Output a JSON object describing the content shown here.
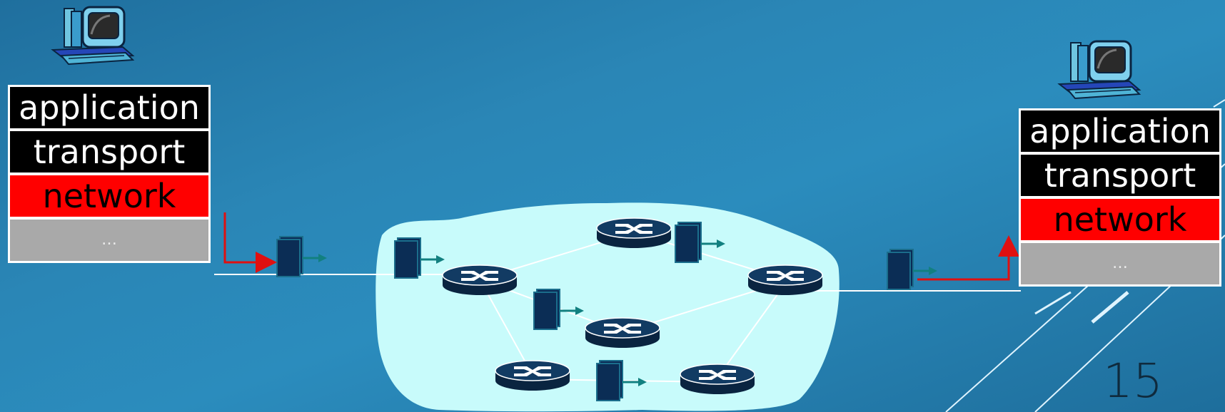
{
  "left_host": {
    "icon": "desktop-computer-icon",
    "layers": [
      "application",
      "transport",
      "network",
      "…"
    ]
  },
  "right_host": {
    "icon": "desktop-computer-icon",
    "layers": [
      "application",
      "transport",
      "network",
      "…"
    ]
  },
  "network_cloud": {
    "router_icon": "router-icon",
    "packet_icon": "datagram-packet-icon"
  },
  "colors": {
    "background": "#2b8cbd",
    "cloud": "#c8fbfb",
    "router_body": "#0b2d4d",
    "packet": "#0b2d55",
    "packet_arrow": "#128080",
    "path_red": "#e01010",
    "layer_black": "#000000",
    "layer_red": "#ff0000",
    "layer_gray": "#a9a9a9"
  },
  "slide_number": "15"
}
